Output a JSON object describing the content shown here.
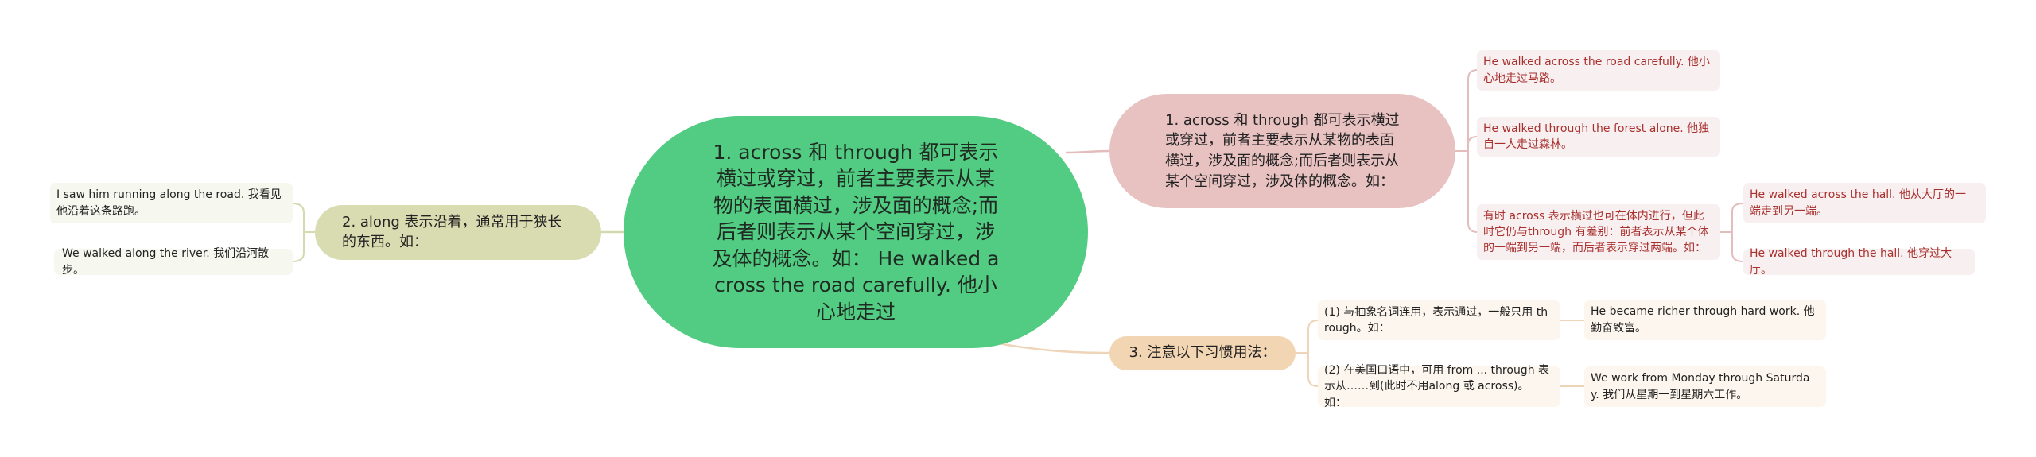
{
  "colors": {
    "central": "#52cc82",
    "topic_across_through": "#e8c1c1",
    "topic_along": "#d8dcb0",
    "topic_usage": "#f2d5b2",
    "leaf_red_text": "#a8302e"
  },
  "central": {
    "text": "1. across 和 through 都可表示横过或穿过，前者主要表示从某物的表面横过，涉及面的概念;而后者则表示从某个空间穿过，涉及体的概念。如： He walked across the road carefully. 他小心地走过"
  },
  "branches": {
    "across_through": {
      "text": "1. across 和 through 都可表示横过或穿过，前者主要表示从某物的表面横过，涉及面的概念;而后者则表示从某个空间穿过，涉及体的概念。如：",
      "children": [
        {
          "text": "He walked across the road carefully. 他小心地走过马路。"
        },
        {
          "text": "He walked through the forest alone. 他独自一人走过森林。"
        },
        {
          "text": "有时 across 表示横过也可在体内进行，但此时它仍与through 有差别：前者表示从某个体的一端到另一端，而后者表示穿过两端。如：",
          "children": [
            {
              "text": "He walked across the hall. 他从大厅的一端走到另一端。"
            },
            {
              "text": "He walked through the hall. 他穿过大厅。"
            }
          ]
        }
      ]
    },
    "along": {
      "text": "2. along 表示沿着，通常用于狭长的东西。如：",
      "children": [
        {
          "text": "I saw him running along the road. 我看见他沿着这条路跑。"
        },
        {
          "text": "We walked along the river. 我们沿河散步。"
        }
      ]
    },
    "usage": {
      "text": "3. 注意以下习惯用法：",
      "children": [
        {
          "text": "(1) 与抽象名词连用，表示通过，一般只用 through。如：",
          "children": [
            {
              "text": "He became richer through hard work. 他勤奋致富。"
            }
          ]
        },
        {
          "text": "(2) 在美国口语中，可用 from ... through 表示从……到(此时不用along 或 across)。如：",
          "children": [
            {
              "text": "We work from Monday through Saturday. 我们从星期一到星期六工作。"
            }
          ]
        }
      ]
    }
  }
}
